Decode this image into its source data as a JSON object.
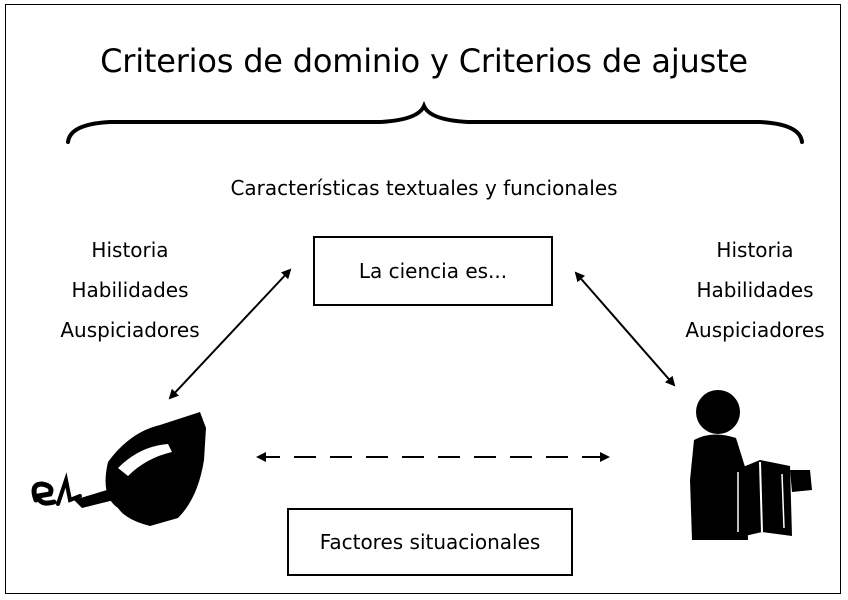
{
  "title": "Criterios de dominio y Criterios de ajuste",
  "subtitle": "Características textuales y funcionales",
  "center_box": "La ciencia es...",
  "bottom_box": "Factores situacionales",
  "left_list": [
    "Historia",
    "Habilidades",
    "Auspiciadores"
  ],
  "right_list": [
    "Historia",
    "Habilidades",
    "Auspiciadores"
  ],
  "icons": {
    "left": "writing-hand-icon",
    "right": "reader-icon"
  },
  "colors": {
    "ink": "#000000",
    "background": "#ffffff"
  }
}
